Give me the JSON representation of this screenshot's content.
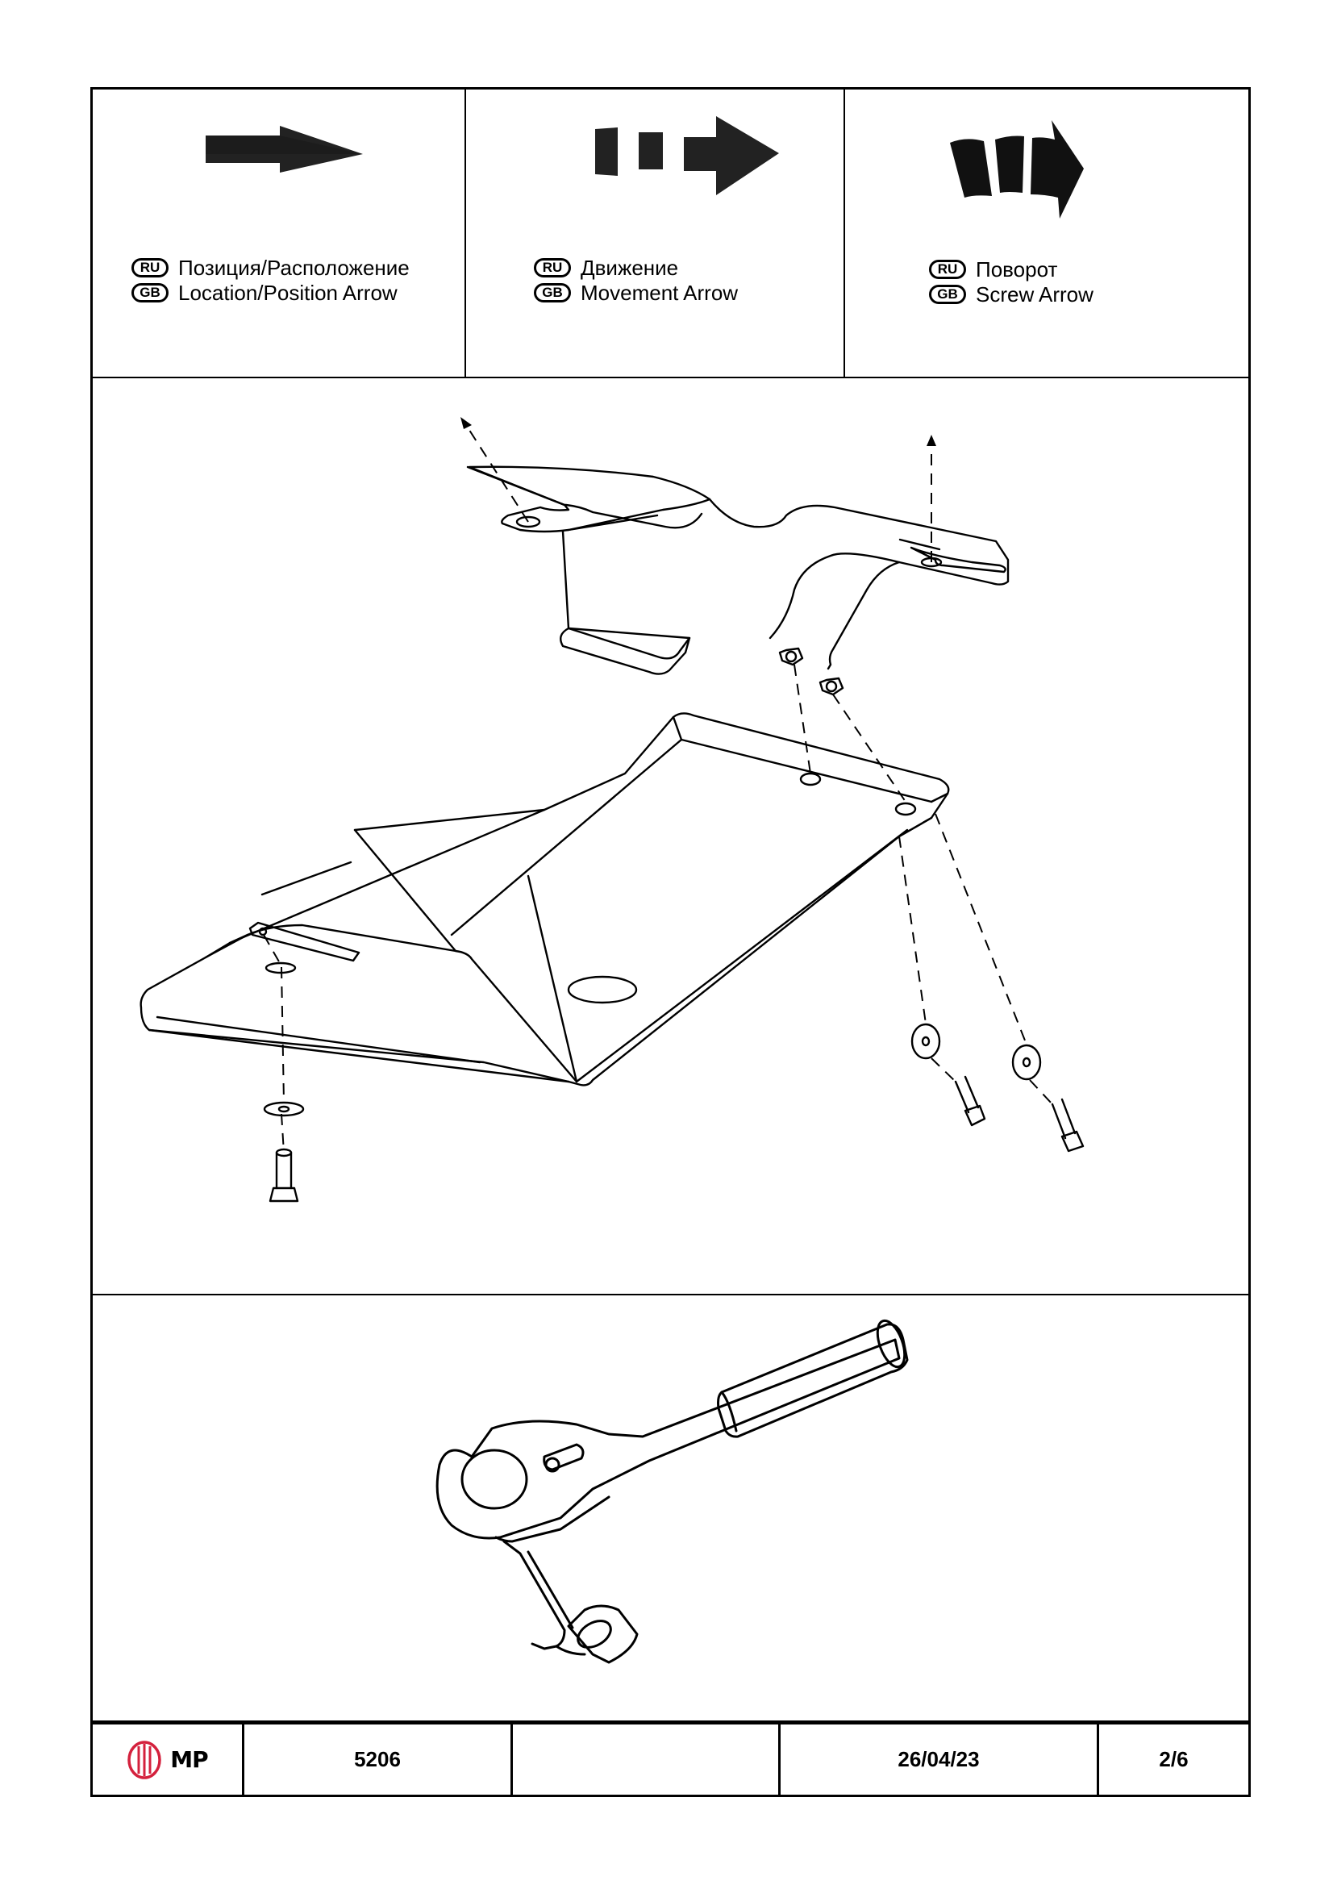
{
  "legend": [
    {
      "ru_badge": "RU",
      "gb_badge": "GB",
      "ru_text": "Позиция/Расположение",
      "gb_text": "Location/Position Arrow",
      "icon": "solid-arrow-icon"
    },
    {
      "ru_badge": "RU",
      "gb_badge": "GB",
      "ru_text": "Движение",
      "gb_text": "Movement Arrow",
      "icon": "dashed-arrow-icon"
    },
    {
      "ru_badge": "RU",
      "gb_badge": "GB",
      "ru_text": "Поворот",
      "gb_text": "Screw Arrow",
      "icon": "curved-screw-arrow-icon"
    }
  ],
  "footer": {
    "logo_text": "MP",
    "part_number": "5206",
    "blank": "",
    "date": "26/04/23",
    "page": "2/6"
  },
  "colors": {
    "line": "#000000",
    "logo_red": "#d4213d",
    "background": "#ffffff"
  }
}
